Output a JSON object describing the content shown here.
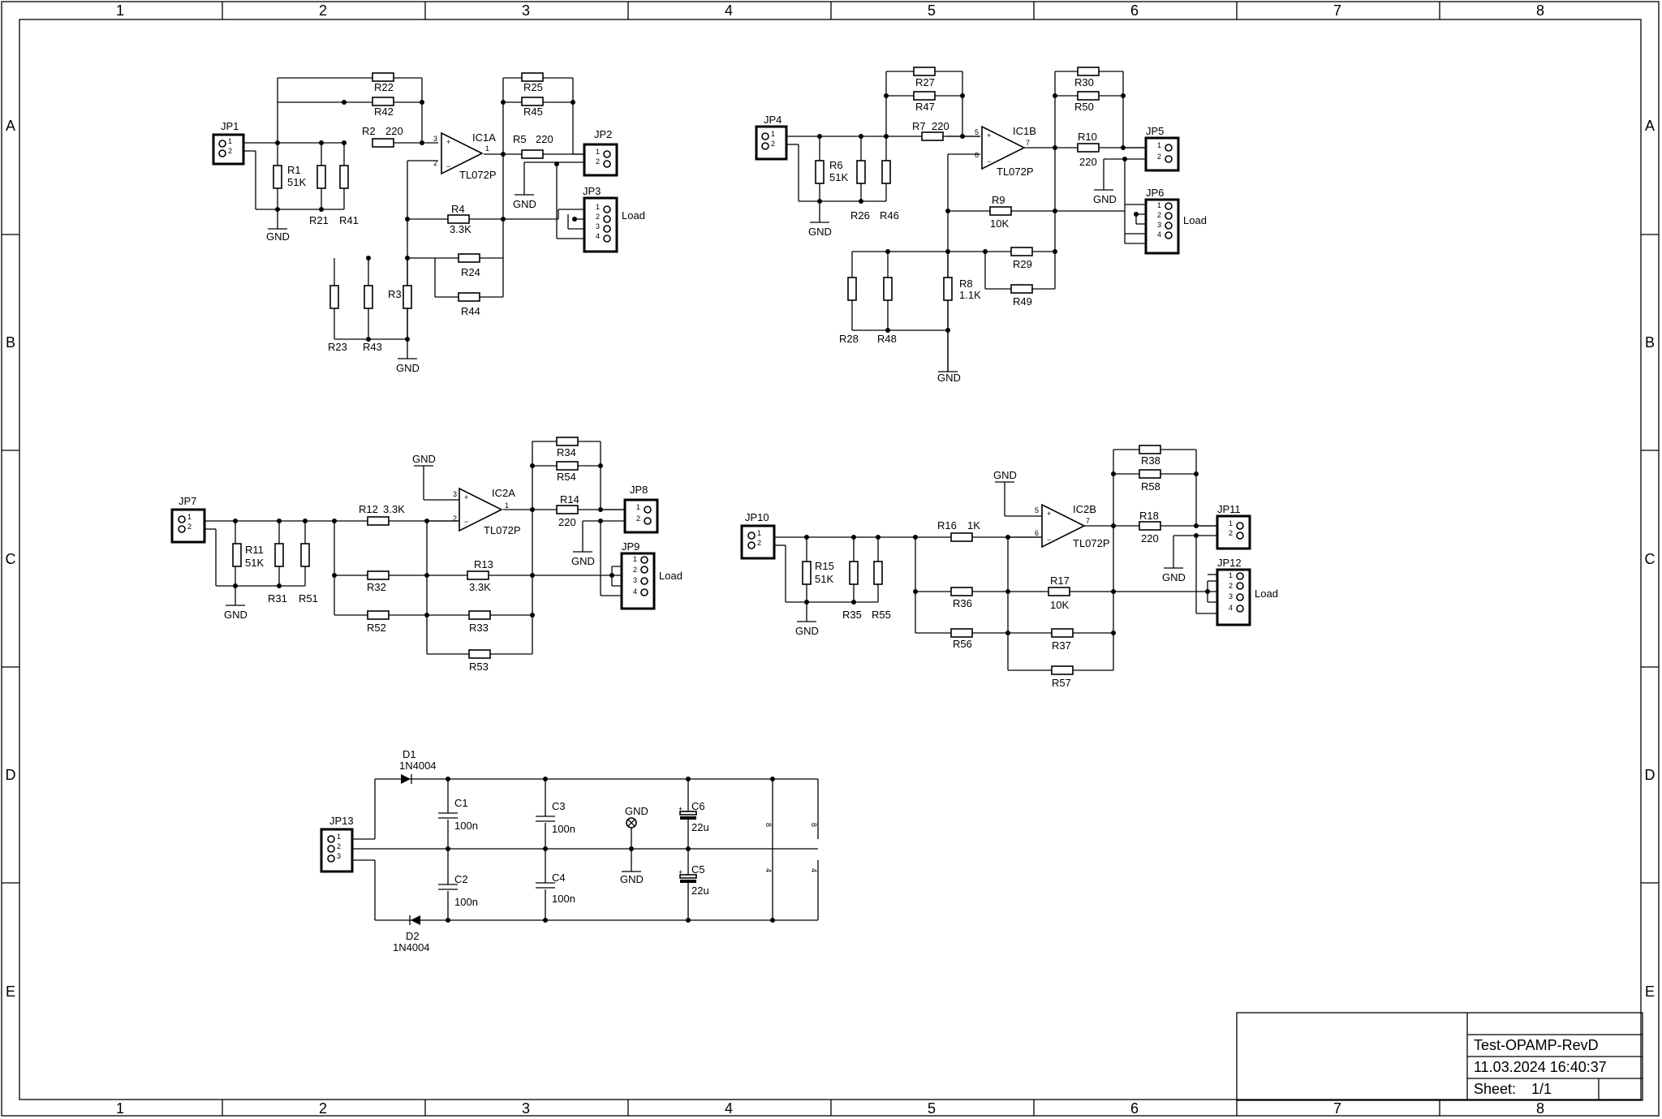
{
  "sheet": {
    "col_labels": [
      "1",
      "2",
      "3",
      "4",
      "5",
      "6",
      "7",
      "8"
    ],
    "row_labels": [
      "A",
      "B",
      "C",
      "D",
      "E"
    ]
  },
  "title_block": {
    "project": "Test-OPAMP-RevD",
    "datetime": "11.03.2024 16:40:37",
    "sheet_label": "Sheet:",
    "sheet_value": "1/1"
  },
  "labels": {
    "jp1": "JP1",
    "jp2": "JP2",
    "jp3": "JP3",
    "jp4": "JP4",
    "jp5": "JP5",
    "jp6": "JP6",
    "jp7": "JP7",
    "jp8": "JP8",
    "jp9": "JP9",
    "jp10": "JP10",
    "jp11": "JP11",
    "jp12": "JP12",
    "jp13": "JP13",
    "ic1a": "IC1A",
    "ic1b": "IC1B",
    "ic2a": "IC2A",
    "ic2b": "IC2B",
    "tl072p": "TL072P",
    "load": "Load",
    "gnd": "GND",
    "r1": "R1",
    "r2": "R2",
    "r3": "R3",
    "r4": "R4",
    "r5": "R5",
    "r6": "R6",
    "r7": "R7",
    "r8": "R8",
    "r9": "R9",
    "r10": "R10",
    "r11": "R11",
    "r12": "R12",
    "r13": "R13",
    "r14": "R14",
    "r15": "R15",
    "r16": "R16",
    "r17": "R17",
    "r18": "R18",
    "r21": "R21",
    "r22": "R22",
    "r23": "R23",
    "r24": "R24",
    "r25": "R25",
    "r26": "R26",
    "r27": "R27",
    "r28": "R28",
    "r29": "R29",
    "r30": "R30",
    "r31": "R31",
    "r32": "R32",
    "r33": "R33",
    "r34": "R34",
    "r35": "R35",
    "r36": "R36",
    "r37": "R37",
    "r38": "R38",
    "r41": "R41",
    "r42": "R42",
    "r43": "R43",
    "r44": "R44",
    "r45": "R45",
    "r46": "R46",
    "r47": "R47",
    "r48": "R48",
    "r49": "R49",
    "r50": "R50",
    "r51": "R51",
    "r52": "R52",
    "r53": "R53",
    "r54": "R54",
    "r55": "R55",
    "r56": "R56",
    "r57": "R57",
    "r58": "R58",
    "v51k": "51K",
    "v220": "220",
    "v33k": "3.3K",
    "v10k": "10K",
    "v11k": "1.1K",
    "v1k": "1K",
    "c1": "C1",
    "c2": "C2",
    "c3": "C3",
    "c4": "C4",
    "c5": "C5",
    "c6": "C6",
    "v100n": "100n",
    "v22u": "22u",
    "d1": "D1",
    "d2": "D2",
    "v1n4004": "1N4004",
    "p1": "1",
    "p2": "2",
    "p3": "3",
    "p4": "4",
    "p5": "5",
    "p6": "6",
    "p7": "7",
    "p8": "8",
    "plus": "+",
    "minus": "−"
  }
}
